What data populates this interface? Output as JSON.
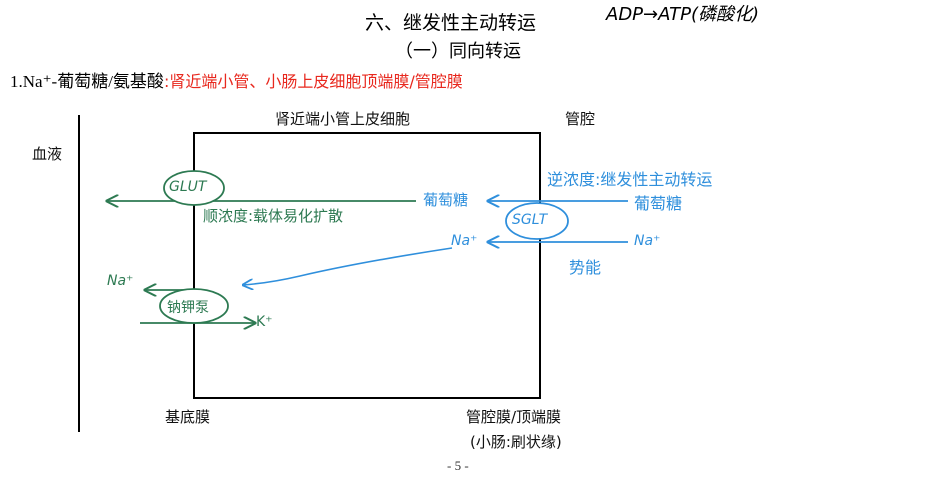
{
  "header": {
    "title": "六、继发性主动转运",
    "subtitle": "（一）同向转运",
    "side_note": "ADP→ATP(磷酸化)",
    "line1_black": "1.Na⁺-葡萄糖/氨基酸",
    "line1_red": ":肾近端小管、小肠上皮细胞顶端膜/管腔膜"
  },
  "diagram": {
    "cell_label": "肾近端小管上皮细胞",
    "lumen_label": "管腔",
    "blood_label": "血液",
    "glut": "GLUT",
    "glut_glucose": "葡萄糖",
    "glut_desc": "顺浓度:载体易化扩散",
    "sglt": "SGLT",
    "sglt_desc": "逆浓度:继发性主动转运",
    "sglt_glucose": "葡萄糖",
    "na_in": "Na⁺",
    "na_out": "Na⁺",
    "potential": "势能",
    "pump": "钠钾泵",
    "pump_na": "Na⁺",
    "pump_k": "K⁺",
    "basal": "基底膜",
    "apical": "管腔膜/顶端膜",
    "apical_note": "(小肠:刷状缘)"
  },
  "footer": {
    "page": "- 5 -"
  },
  "colors": {
    "red": "#e8281e",
    "green": "#2d7a52",
    "blue": "#2f8fdc"
  }
}
